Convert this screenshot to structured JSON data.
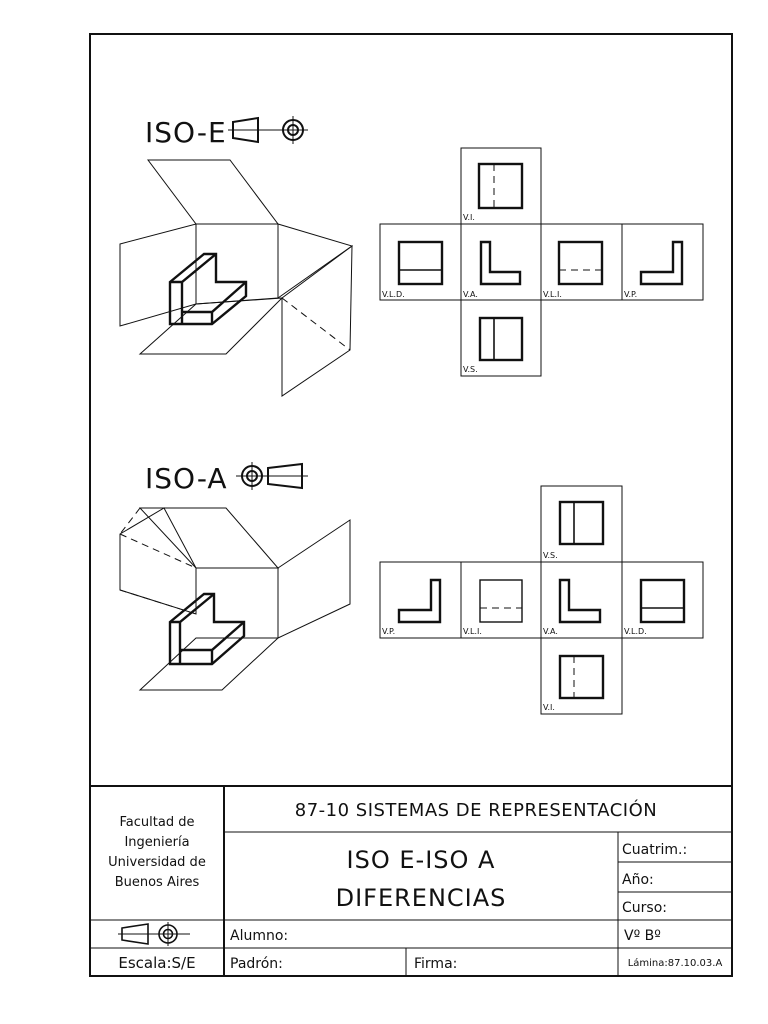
{
  "section_e": {
    "title": "ISO-E",
    "icon": "projection-symbol-iso-e-icon",
    "views": [
      "V.I.",
      "V.L.D.",
      "V.A.",
      "V.L.I.",
      "V.P.",
      "V.S."
    ]
  },
  "section_a": {
    "title": "ISO-A",
    "icon": "projection-symbol-iso-a-icon",
    "views": [
      "V.S.",
      "V.P.",
      "V.L.I.",
      "V.A.",
      "V.L.D.",
      "V.I."
    ]
  },
  "title_block": {
    "institution_line1": "Facultad de",
    "institution_line2": "Ingeniería",
    "institution_line3": "Universidad de",
    "institution_line4": "Buenos Aires",
    "course": "87-10 SISTEMAS DE REPRESENTACIÓN",
    "title_line1": "ISO E-ISO A",
    "title_line2": "DIFERENCIAS",
    "cuatrim_label": "Cuatrim.:",
    "anio_label": "Año:",
    "curso_label": "Curso:",
    "alumno_label": "Alumno:",
    "vobo_label": "Vº Bº",
    "escala_label": "Escala:S/E",
    "padron_label": "Padrón:",
    "firma_label": "Firma:",
    "lamina_label": "Lámina:87.10.03.A"
  }
}
